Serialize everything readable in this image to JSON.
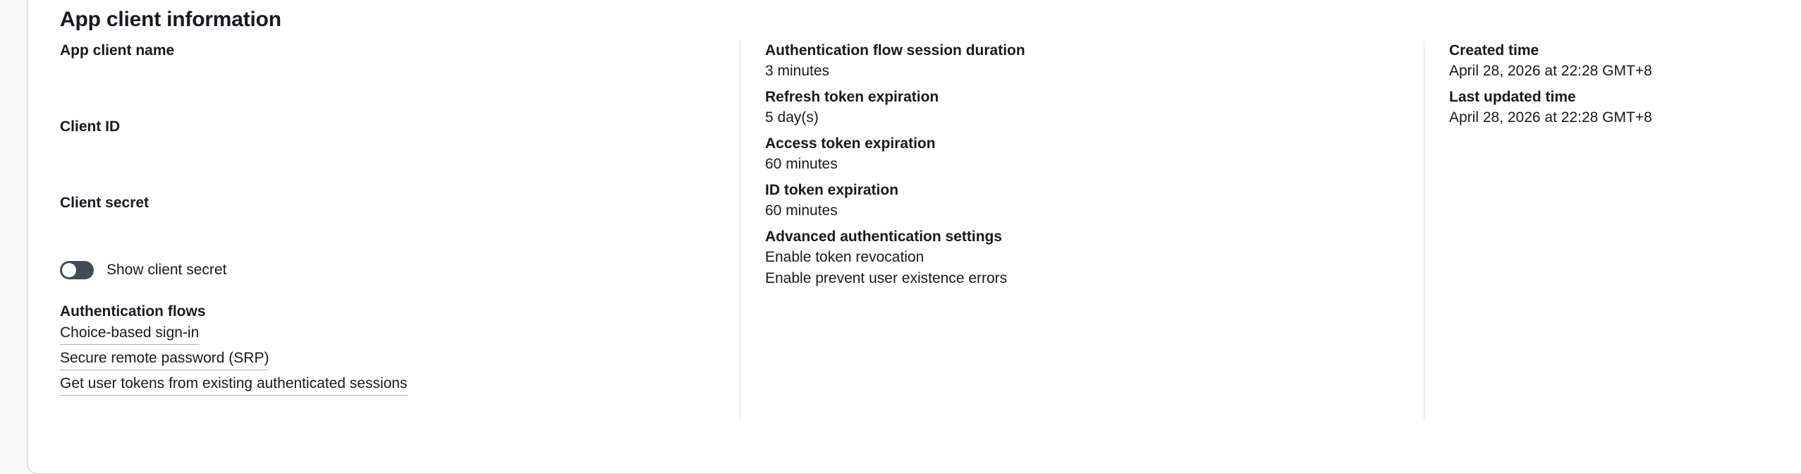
{
  "card": {
    "title": "App client information"
  },
  "left_column": {
    "fields": [
      {
        "label": "App client name",
        "value": ""
      },
      {
        "label": "Client ID",
        "value": ""
      },
      {
        "label": "Client secret",
        "value": ""
      }
    ],
    "toggle": {
      "label": "Show client secret",
      "state": "off",
      "track_color": "#424a57",
      "knob_color": "#ffffff"
    },
    "auth_flows": {
      "label": "Authentication flows",
      "items": [
        "Choice-based sign-in",
        "Secure remote password (SRP)",
        "Get user tokens from existing authenticated sessions"
      ]
    }
  },
  "middle_column": {
    "fields": [
      {
        "label": "Authentication flow session duration",
        "value": "3 minutes"
      },
      {
        "label": "Refresh token expiration",
        "value": "5 day(s)"
      },
      {
        "label": "Access token expiration",
        "value": "60 minutes"
      },
      {
        "label": "ID token expiration",
        "value": "60 minutes"
      }
    ],
    "advanced": {
      "label": "Advanced authentication settings",
      "items": [
        "Enable token revocation",
        "Enable prevent user existence errors"
      ]
    }
  },
  "right_column": {
    "fields": [
      {
        "label": "Created time",
        "value": "April 28, 2026 at 22:28 GMT+8"
      },
      {
        "label": "Last updated time",
        "value": "April 28, 2026 at 22:28 GMT+8"
      }
    ]
  },
  "colors": {
    "page_background": "#f9f9fa",
    "card_background": "#ffffff",
    "card_border": "#c6c6cd",
    "divider": "#d5d9dd",
    "text_primary": "#16191f",
    "dotted_underline": "#5f6b7a"
  }
}
